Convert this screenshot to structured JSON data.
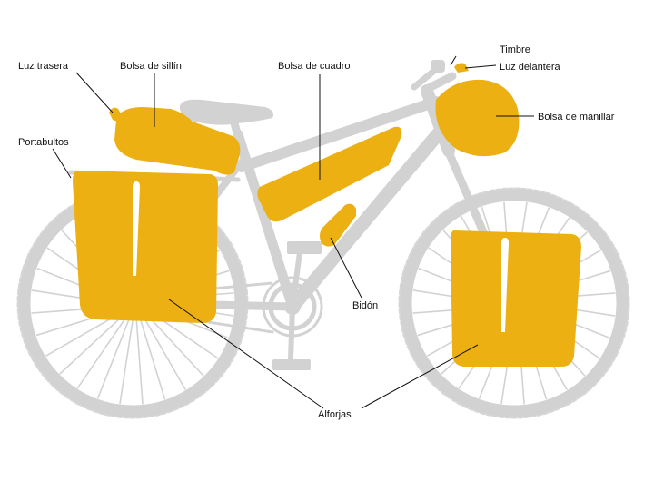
{
  "colors": {
    "bike": "#d2d2d2",
    "bike_detail": "#bdbdbd",
    "bag": "#edb013",
    "bag_shade": "#d99c0a",
    "text": "#111111",
    "background": "#ffffff"
  },
  "labels": {
    "timbre": "Timbre",
    "luz_trasera": "Luz trasera",
    "bolsa_sillin": "Bolsa de sillín",
    "bolsa_cuadro": "Bolsa de cuadro",
    "luz_delantera": "Luz delantera",
    "portabultos": "Portabultos",
    "bolsa_manillar": "Bolsa de manillar",
    "bidon": "Bidón",
    "alforjas": "Alforjas"
  }
}
